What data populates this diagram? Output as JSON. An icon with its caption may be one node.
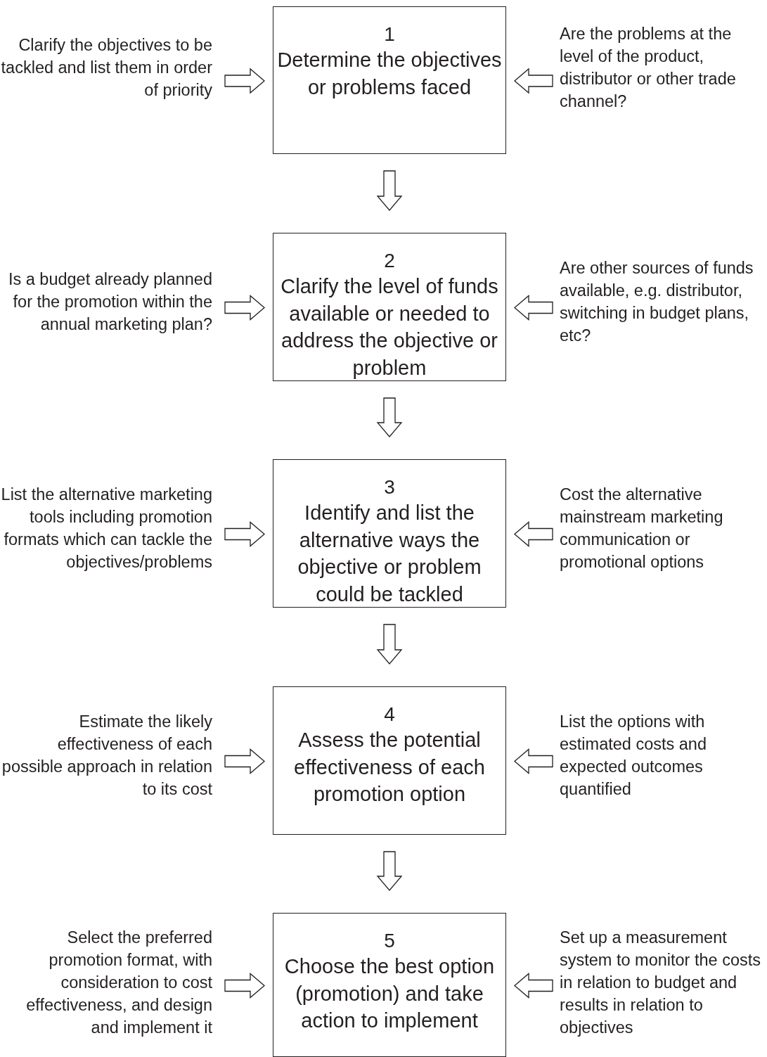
{
  "diagram": {
    "nodes": [
      {
        "text": [
          "Clarify the objectives to be tackled and list them in order of priority"
        ]
      },
      {
        "text": [
          "1",
          "Determine the objectives or problems faced"
        ]
      },
      {
        "text": [
          "Are the problems at the level of the product, distributor or other trade channel?"
        ]
      },
      {
        "text": [
          "Is a budget already planned for the promotion within the annual marketing plan?"
        ]
      },
      {
        "text": [
          "2",
          "Clarify the level of funds available or needed to address the objective or problem"
        ]
      },
      {
        "text": [
          "Are other sources of funds available, e.g. distributor, switching in budget plans, etc?"
        ]
      },
      {
        "text": [
          "List the alternative marketing tools including promotion formats which can tackle the objectives/problems"
        ]
      },
      {
        "text": [
          "3",
          "Identify and list the alternative ways the objective or problem could be tackled"
        ]
      },
      {
        "text": [
          "Cost the alternative mainstream marketing communication or promotional options"
        ]
      },
      {
        "text": [
          "Estimate the likely effectiveness of each possible approach in relation to its cost"
        ]
      },
      {
        "text": [
          "4",
          "Assess the potential effectiveness of each promotion option"
        ]
      },
      {
        "text": [
          "List the options with estimated costs and expected outcomes quantified"
        ]
      },
      {
        "text": [
          "Select the preferred promotion format, with consideration to cost effectiveness, and design and implement it"
        ]
      },
      {
        "text": [
          "5",
          "Choose the best option (promotion) and take action to implement"
        ]
      },
      {
        "text": [
          "Set up a measurement system to monitor the costs in relation to budget and results in relation to objectives"
        ]
      }
    ],
    "edges": [
      {
        "from": 0,
        "to": 1,
        "arrow": "to"
      },
      {
        "from": 2,
        "to": 1,
        "arrow": "to"
      },
      {
        "from": 1,
        "to": 4,
        "arrow": "to"
      },
      {
        "from": 3,
        "to": 4,
        "arrow": "to"
      },
      {
        "from": 5,
        "to": 4,
        "arrow": "to"
      },
      {
        "from": 4,
        "to": 7,
        "arrow": "to"
      },
      {
        "from": 6,
        "to": 7,
        "arrow": "to"
      },
      {
        "from": 8,
        "to": 7,
        "arrow": "to"
      },
      {
        "from": 7,
        "to": 10,
        "arrow": "to"
      },
      {
        "from": 9,
        "to": 10,
        "arrow": "to"
      },
      {
        "from": 11,
        "to": 10,
        "arrow": "to"
      },
      {
        "from": 10,
        "to": 13,
        "arrow": "to"
      },
      {
        "from": 12,
        "to": 13,
        "arrow": "to"
      },
      {
        "from": 14,
        "to": 13,
        "arrow": "to"
      }
    ]
  }
}
